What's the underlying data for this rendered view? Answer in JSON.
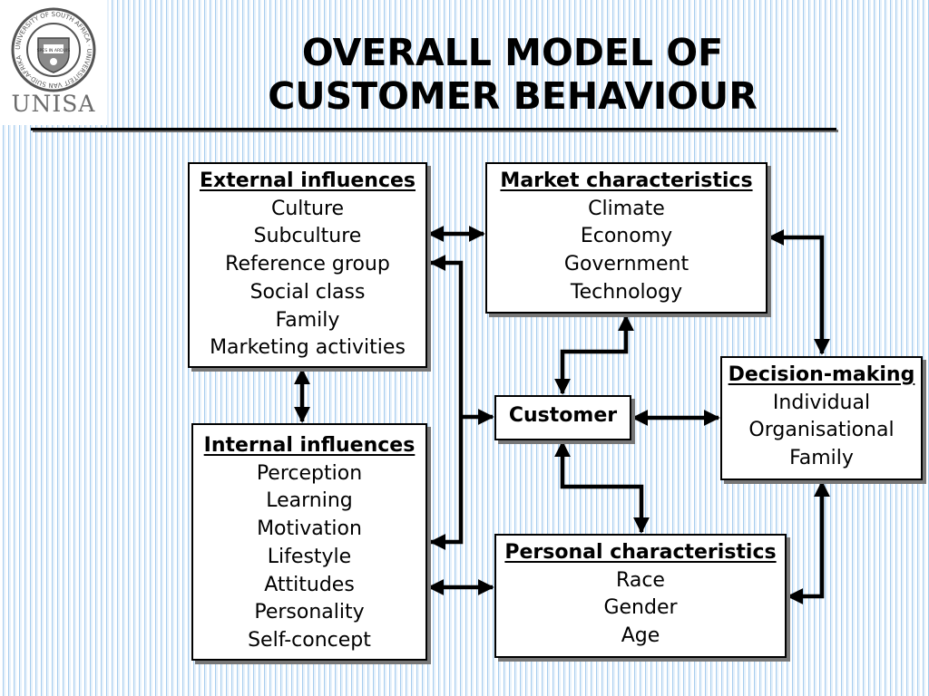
{
  "logo": {
    "text": "UNISA",
    "seal_text": "UNIVERSITY OF SOUTH AFRICA · UNIVERSITEIT VAN SUID-AFRIKA",
    "motto": "SPES IN ARDUIS"
  },
  "title": {
    "line1": "OVERALL MODEL OF",
    "line2": "CUSTOMER BEHAVIOUR"
  },
  "boxes": {
    "external": {
      "heading": "External influences",
      "items": [
        "Culture",
        "Subculture",
        "Reference group",
        "Social class",
        "Family",
        "Marketing activities"
      ]
    },
    "market": {
      "heading": "Market characteristics",
      "items": [
        "Climate",
        "Economy",
        "Government",
        "Technology"
      ]
    },
    "decision": {
      "heading": "Decision-making",
      "items": [
        "Individual",
        "Organisational",
        "Family"
      ]
    },
    "customer": {
      "heading": "Customer"
    },
    "internal": {
      "heading": "Internal influences",
      "items": [
        "Perception",
        "Learning",
        "Motivation",
        "Lifestyle",
        "Attitudes",
        "Personality",
        "Self-concept"
      ]
    },
    "personal": {
      "heading": "Personal characteristics",
      "items": [
        "Race",
        "Gender",
        "Age"
      ]
    }
  },
  "colors": {
    "arrow": "#000000",
    "box_shadow": "#777777",
    "background_stripe": "#a8cdee"
  }
}
